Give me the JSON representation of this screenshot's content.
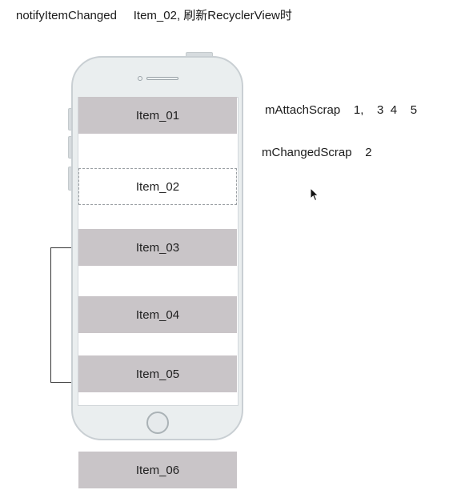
{
  "title": "notifyItemChanged     Item_02, 刷新RecyclerView时",
  "items": [
    "Item_01",
    "Item_02",
    "Item_03",
    "Item_04",
    "Item_05",
    "Item_06"
  ],
  "scrap": {
    "attach": "mAttachScrap    1,    3  4    5",
    "changed": "mChangedScrap    2"
  },
  "colors": {
    "item_fill": "#c9c5c8",
    "phone_body": "#eaeeef",
    "phone_border": "#c9cfd3",
    "dashed_border": "#9a9fa3"
  },
  "icons": {
    "cursor": "mouse-pointer-icon"
  }
}
